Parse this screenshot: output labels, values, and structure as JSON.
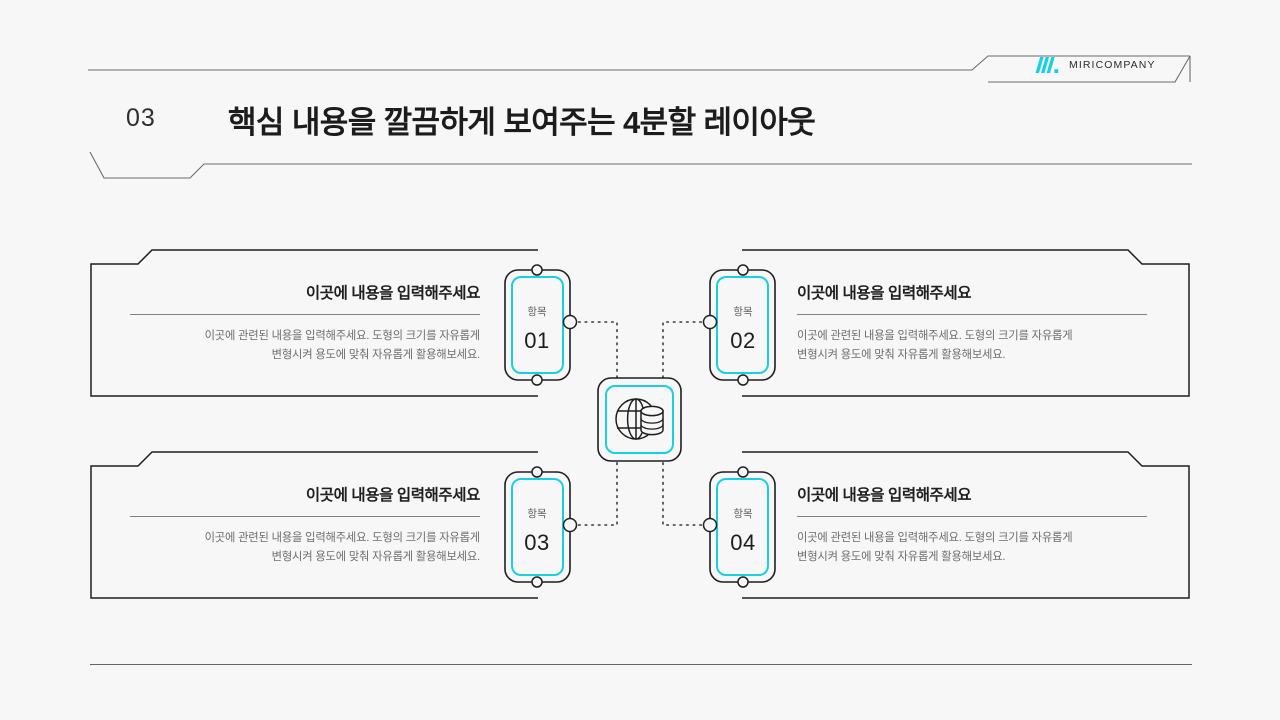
{
  "brand": {
    "logo_icon": "miri-logo-mark",
    "name": "MIRICOMPANY",
    "accent_color": "#19cfe3"
  },
  "header": {
    "section_number": "03",
    "title": "핵심 내용을 깔끔하게 보여주는 4분할 레이아웃"
  },
  "hub": {
    "icon": "globe-database-icon"
  },
  "cards": [
    {
      "id": "01",
      "badge_label": "항목",
      "badge_number": "01",
      "title": "이곳에 내용을 입력해주세요",
      "body_line1": "이곳에 관련된 내용을 입력해주세요. 도형의 크기를 자유롭게",
      "body_line2": "변형시켜 용도에 맞춰 자유롭게 활용해보세요.",
      "align": "right"
    },
    {
      "id": "02",
      "badge_label": "항목",
      "badge_number": "02",
      "title": "이곳에 내용을 입력해주세요",
      "body_line1": "이곳에 관련된 내용을 입력해주세요. 도형의 크기를 자유롭게",
      "body_line2": "변형시켜 용도에 맞춰 자유롭게 활용해보세요.",
      "align": "left"
    },
    {
      "id": "03",
      "badge_label": "항목",
      "badge_number": "03",
      "title": "이곳에 내용을 입력해주세요",
      "body_line1": "이곳에 관련된 내용을 입력해주세요. 도형의 크기를 자유롭게",
      "body_line2": "변형시켜 용도에 맞춰 자유롭게 활용해보세요.",
      "align": "right"
    },
    {
      "id": "04",
      "badge_label": "항목",
      "badge_number": "04",
      "title": "이곳에 내용을 입력해주세요",
      "body_line1": "이곳에 관련된 내용을 입력해주세요. 도형의 크기를 자유롭게",
      "body_line2": "변형시켜 용도에 맞춰 자유롭게 활용해보세요.",
      "align": "left"
    }
  ],
  "colors": {
    "background": "#f7f7f7",
    "outline": "#1f1f1f",
    "accent": "#19cfe3",
    "text_dark": "#1c1c1c",
    "text_gray": "#6d6d6d"
  }
}
